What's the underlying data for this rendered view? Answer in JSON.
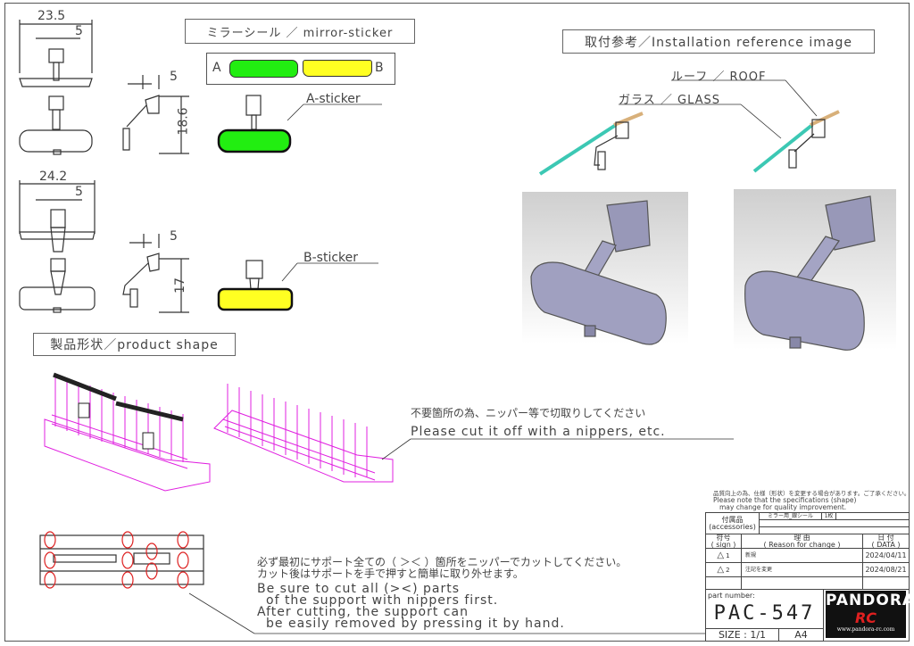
{
  "mirror_sticker": {
    "title": "ミラーシール ／ mirror-sticker",
    "label_a": "A",
    "label_b": "B",
    "a_sticker": "A-sticker",
    "b_sticker": "B-sticker",
    "color_a": "#22ee11",
    "color_b": "#ffff22"
  },
  "dimensions": {
    "a_width": "23.5",
    "a_stem": "5",
    "a_side_offset": "5",
    "a_height": "18.6",
    "b_width": "24.2",
    "b_stem": "5",
    "b_side_offset": "5",
    "b_height": "17"
  },
  "installation": {
    "title": "取付参考／Installation reference image",
    "roof": "ルーフ ／ ROOF",
    "glass": "ガラス ／ GLASS"
  },
  "product_shape": {
    "title": "製品形状／product shape"
  },
  "notes": {
    "cut_jp": "不要箇所の為、ニッパー等で切取りしてください",
    "cut_en": "Please cut it off with a nippers, etc.",
    "support_jp_1": "必ず最初にサポート全ての（ ＞＜ ）箇所をニッパーでカットしてください。",
    "support_jp_2": "カット後はサポートを手で押すと簡単に取り外せます。",
    "support_en_1": "Be sure to cut all (><) parts",
    "support_en_2": "of the support with nippers first.",
    "support_en_3": "After cutting, the support can",
    "support_en_4": "be easily removed by pressing it by hand."
  },
  "title_block": {
    "notice_jp": "品質向上の為、仕様（形状）を変更する場合があります。ご了承ください。",
    "notice_en_1": "Please note that the specifications (shape)",
    "notice_en_2": "may change for quality improvement.",
    "accessories_label_jp": "付属品",
    "accessories_label_en": "(accessories)",
    "accessory_item": "ミラー用_銀シール",
    "accessory_qty": "1枚",
    "sign_jp": "符号",
    "sign_en": "( sign )",
    "reason_jp": "理 由",
    "reason_en": "( Reason for change )",
    "date_jp": "日 付",
    "date_en": "( DATA )",
    "revisions": [
      {
        "sign": "1",
        "reason": "新規",
        "date": "2024/04/11"
      },
      {
        "sign": "2",
        "reason": "注記を変更",
        "date": "2024/08/21"
      }
    ],
    "part_number_label": "part number:",
    "part_number": "PAC-547",
    "size": "SIZE : 1/1",
    "paper": "A4",
    "logo_text": "PANDORA",
    "logo_sub": "RC",
    "logo_url": "www.pandora-rc.com"
  }
}
